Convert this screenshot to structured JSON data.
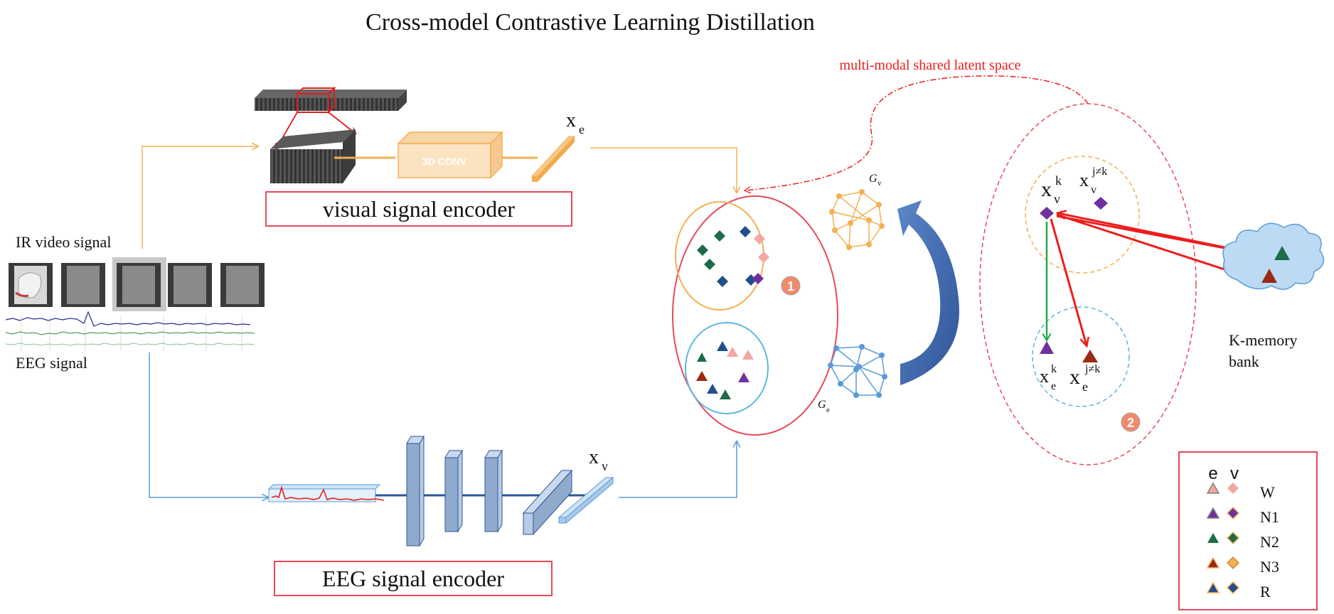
{
  "title": "Cross-model Contrastive Learning Distillation",
  "inputs": {
    "ir_label": "IR video signal",
    "eeg_label": "EEG signal"
  },
  "visual_encoder": {
    "label": "visual signal encoder",
    "block_text": "3D CONV",
    "output": "x",
    "output_sub": "e"
  },
  "eeg_encoder": {
    "label": "EEG signal encoder",
    "output": "x",
    "output_sub": "v"
  },
  "latent": {
    "caption": "multi-modal shared latent space",
    "marker1": "1",
    "marker2": "2"
  },
  "graphs": {
    "gv": "G",
    "gv_sub": "v",
    "ge": "G",
    "ge_sub": "e"
  },
  "contrast": {
    "xvk": "x",
    "xvk_sub": "v",
    "xvk_sup": "k",
    "xvj": "x",
    "xvj_sub": "v",
    "xvj_sup": "j≠k",
    "xek": "x",
    "xek_sub": "e",
    "xek_sup": "k",
    "xej": "x",
    "xej_sub": "e",
    "xej_sup": "j≠k"
  },
  "memory": {
    "line1": "K-memory",
    "line2": "bank"
  },
  "legend": {
    "col_e": "e",
    "col_v": "v",
    "rows": [
      {
        "label": "W",
        "color": "#f4a6a0"
      },
      {
        "label": "N1",
        "color": "#7030a0"
      },
      {
        "label": "N2",
        "color": "#1e6b4a"
      },
      {
        "label": "N3",
        "color": "#9c2a12"
      },
      {
        "label": "R",
        "color": "#1f4e8c"
      }
    ]
  },
  "colors": {
    "orange": "#f4b052",
    "blue": "#5b9bd5",
    "red": "#e8495c",
    "arrow_red": "#ee1c1c",
    "green": "#2aa84a"
  }
}
